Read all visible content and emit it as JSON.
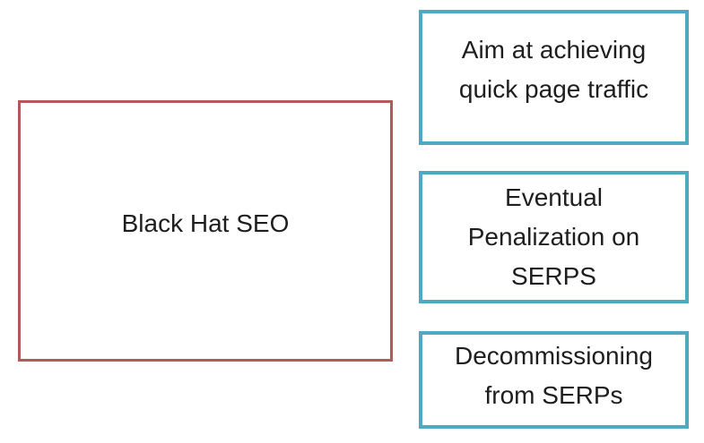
{
  "diagram": {
    "title_box": {
      "label": "Black Hat SEO"
    },
    "side_boxes": [
      {
        "label": "Aim at achieving quick page traffic",
        "lines": [
          "Aim at achieving",
          "quick page traffic"
        ]
      },
      {
        "label": "Eventual Penalization on SERPS",
        "lines": [
          "Eventual",
          "Penalization on",
          "SERPS"
        ]
      },
      {
        "label": "Decommissioning from SERPs",
        "lines": [
          "Decommissioning",
          "from SERPs"
        ]
      }
    ],
    "colors": {
      "main_border": "#B25A59",
      "side_border": "#4FA9C1",
      "text": "#1E1E1E",
      "background": "#FFFFFF"
    }
  }
}
